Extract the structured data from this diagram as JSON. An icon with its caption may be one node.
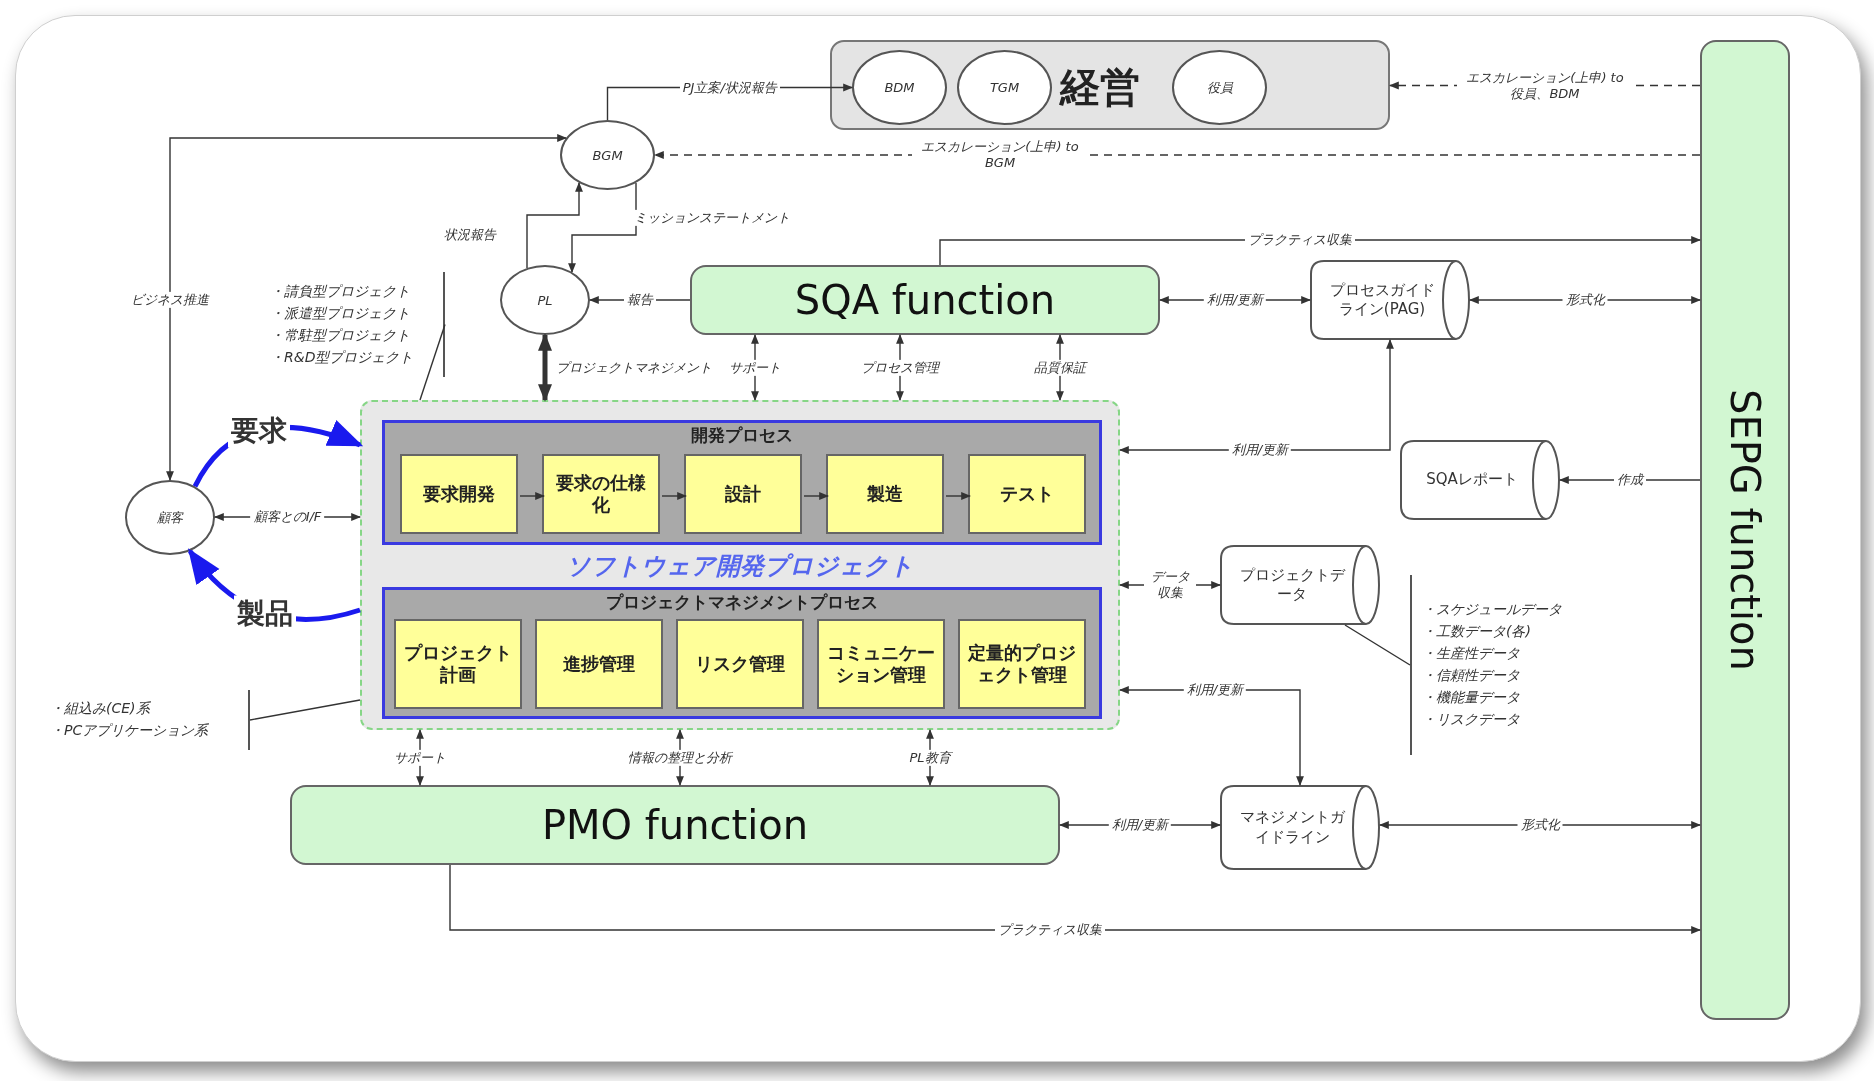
{
  "diagram": {
    "nodes": [
      {
        "text": [
          "経営"
        ]
      },
      {
        "text": [
          "BDM"
        ],
        "in": 0
      },
      {
        "text": [
          "TGM"
        ],
        "in": 0
      },
      {
        "text": [
          "役員"
        ],
        "in": 0
      },
      {
        "text": [
          "BGM"
        ]
      },
      {
        "text": [
          "PL"
        ]
      },
      {
        "text": [
          "顧客"
        ]
      },
      {
        "text": [
          "SQA function"
        ]
      },
      {
        "text": [
          "PMO function"
        ]
      },
      {
        "text": [
          "SEPG function"
        ]
      },
      {
        "text": [
          "ソフトウェア開発プロジェクト"
        ]
      },
      {
        "text": [
          "開発プロセス"
        ],
        "in": 10
      },
      {
        "text": [
          "要求開発"
        ],
        "in": 11
      },
      {
        "text": [
          "要求の仕様化"
        ],
        "in": 11
      },
      {
        "text": [
          "設計"
        ],
        "in": 11
      },
      {
        "text": [
          "製造"
        ],
        "in": 11
      },
      {
        "text": [
          "テスト"
        ],
        "in": 11
      },
      {
        "text": [
          "プロジェクトマネジメントプロセス"
        ],
        "in": 10
      },
      {
        "text": [
          "プロジェクト計画"
        ],
        "in": 17
      },
      {
        "text": [
          "進捗管理"
        ],
        "in": 17
      },
      {
        "text": [
          "リスク管理"
        ],
        "in": 17
      },
      {
        "text": [
          "コミュニケーション管理"
        ],
        "in": 17
      },
      {
        "text": [
          "定量的プロジェクト管理"
        ],
        "in": 17
      },
      {
        "text": [
          "プロセスガイドライン(PAG)"
        ]
      },
      {
        "text": [
          "SQAレポート"
        ]
      },
      {
        "text": [
          "プロジェクトデータ"
        ]
      },
      {
        "text": [
          "マネジメントガイドライン"
        ]
      },
      {
        "text": [
          "・請負型プロジェクト",
          "・派遣型プロジェクト",
          "・常駐型プロジェクト",
          "・R&D型プロジェクト"
        ]
      },
      {
        "text": [
          "・組込み(CE)系",
          "・PCアプリケーション系"
        ]
      },
      {
        "text": [
          "・スケジュールデータ",
          "・工数データ(各)",
          "・生産性データ",
          "・信頼性データ",
          "・機能量データ",
          "・リスクデータ"
        ]
      }
    ],
    "edges": [
      {
        "from": 4,
        "to": 1,
        "arrow": "to",
        "label": "PJ立案/状況報告"
      },
      {
        "from": 9,
        "to": 0,
        "arrow": "to",
        "label": "エスカレーション(上申) to 役員、BDM",
        "style": "dashed"
      },
      {
        "from": 9,
        "to": 4,
        "arrow": "to",
        "label": "エスカレーション(上申) to BGM",
        "style": "dashed"
      },
      {
        "from": 4,
        "to": 6,
        "arrow": "both",
        "label": "ビジネス推進"
      },
      {
        "from": 5,
        "to": 4,
        "arrow": "to",
        "label": "状況報告"
      },
      {
        "from": 4,
        "to": 5,
        "arrow": "to",
        "label": "ミッションステートメント"
      },
      {
        "from": 7,
        "to": 5,
        "arrow": "to",
        "label": "報告"
      },
      {
        "from": 5,
        "to": 10,
        "arrow": "both",
        "label": "プロジェクトマネジメント",
        "style": "thick"
      },
      {
        "from": 7,
        "to": 10,
        "arrow": "both",
        "label": "サポート"
      },
      {
        "from": 7,
        "to": 10,
        "arrow": "both",
        "label": "プロセス管理"
      },
      {
        "from": 7,
        "to": 10,
        "arrow": "both",
        "label": "品質保証"
      },
      {
        "from": 7,
        "to": 9,
        "arrow": "to",
        "label": "プラクティス収集"
      },
      {
        "from": 7,
        "to": 23,
        "arrow": "both",
        "label": "利用/更新"
      },
      {
        "from": 23,
        "to": 9,
        "arrow": "both",
        "label": "形式化"
      },
      {
        "from": 10,
        "to": 23,
        "arrow": "both",
        "label": "利用/更新"
      },
      {
        "from": 9,
        "to": 24,
        "arrow": "to",
        "label": "作成"
      },
      {
        "from": 10,
        "to": 25,
        "arrow": "both",
        "label": "データ収集"
      },
      {
        "from": 6,
        "to": 10,
        "arrow": "both",
        "label": "顧客とのI/F"
      },
      {
        "from": 6,
        "to": 10,
        "arrow": "to",
        "label": "要求",
        "style": "thick",
        "color": "#1a1aee"
      },
      {
        "from": 10,
        "to": 6,
        "arrow": "to",
        "label": "製品",
        "style": "thick",
        "color": "#1a1aee"
      },
      {
        "from": 8,
        "to": 10,
        "arrow": "both",
        "label": "サポート"
      },
      {
        "from": 8,
        "to": 10,
        "arrow": "both",
        "label": "情報の整理と分析"
      },
      {
        "from": 8,
        "to": 10,
        "arrow": "both",
        "label": "PL教育"
      },
      {
        "from": 10,
        "to": 26,
        "arrow": "both",
        "label": "利用/更新"
      },
      {
        "from": 8,
        "to": 26,
        "arrow": "both",
        "label": "利用/更新"
      },
      {
        "from": 26,
        "to": 9,
        "arrow": "both",
        "label": "形式化"
      },
      {
        "from": 8,
        "to": 9,
        "arrow": "to",
        "label": "プラクティス収集"
      },
      {
        "from": 12,
        "to": 13,
        "arrow": "to"
      },
      {
        "from": 13,
        "to": 14,
        "arrow": "to"
      },
      {
        "from": 14,
        "to": 15,
        "arrow": "to"
      },
      {
        "from": 15,
        "to": 16,
        "arrow": "to"
      },
      {
        "from": 27,
        "to": 10,
        "arrow": "none"
      },
      {
        "from": 28,
        "to": 10,
        "arrow": "none"
      },
      {
        "from": 29,
        "to": 25,
        "arrow": "none"
      }
    ]
  }
}
